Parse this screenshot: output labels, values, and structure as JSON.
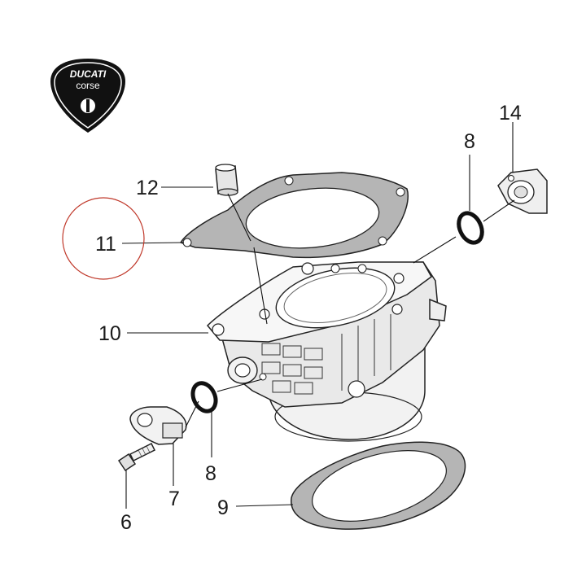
{
  "logo": {
    "brand": "DUCATI",
    "subline": "corse",
    "name": "ducati-corse-shield-logo"
  },
  "callouts": {
    "c6": "6",
    "c7": "7",
    "c8_upper": "8",
    "c8_lower": "8",
    "c9": "9",
    "c10": "10",
    "c11": "11",
    "c12": "12",
    "c14": "14"
  },
  "highlight": {
    "color": "#c0392b",
    "callout": "11"
  },
  "colors": {
    "line": "#1a1a1a",
    "gasket_fill": "#b5b5b5",
    "cylinder_fill": "#f2f2f2"
  }
}
